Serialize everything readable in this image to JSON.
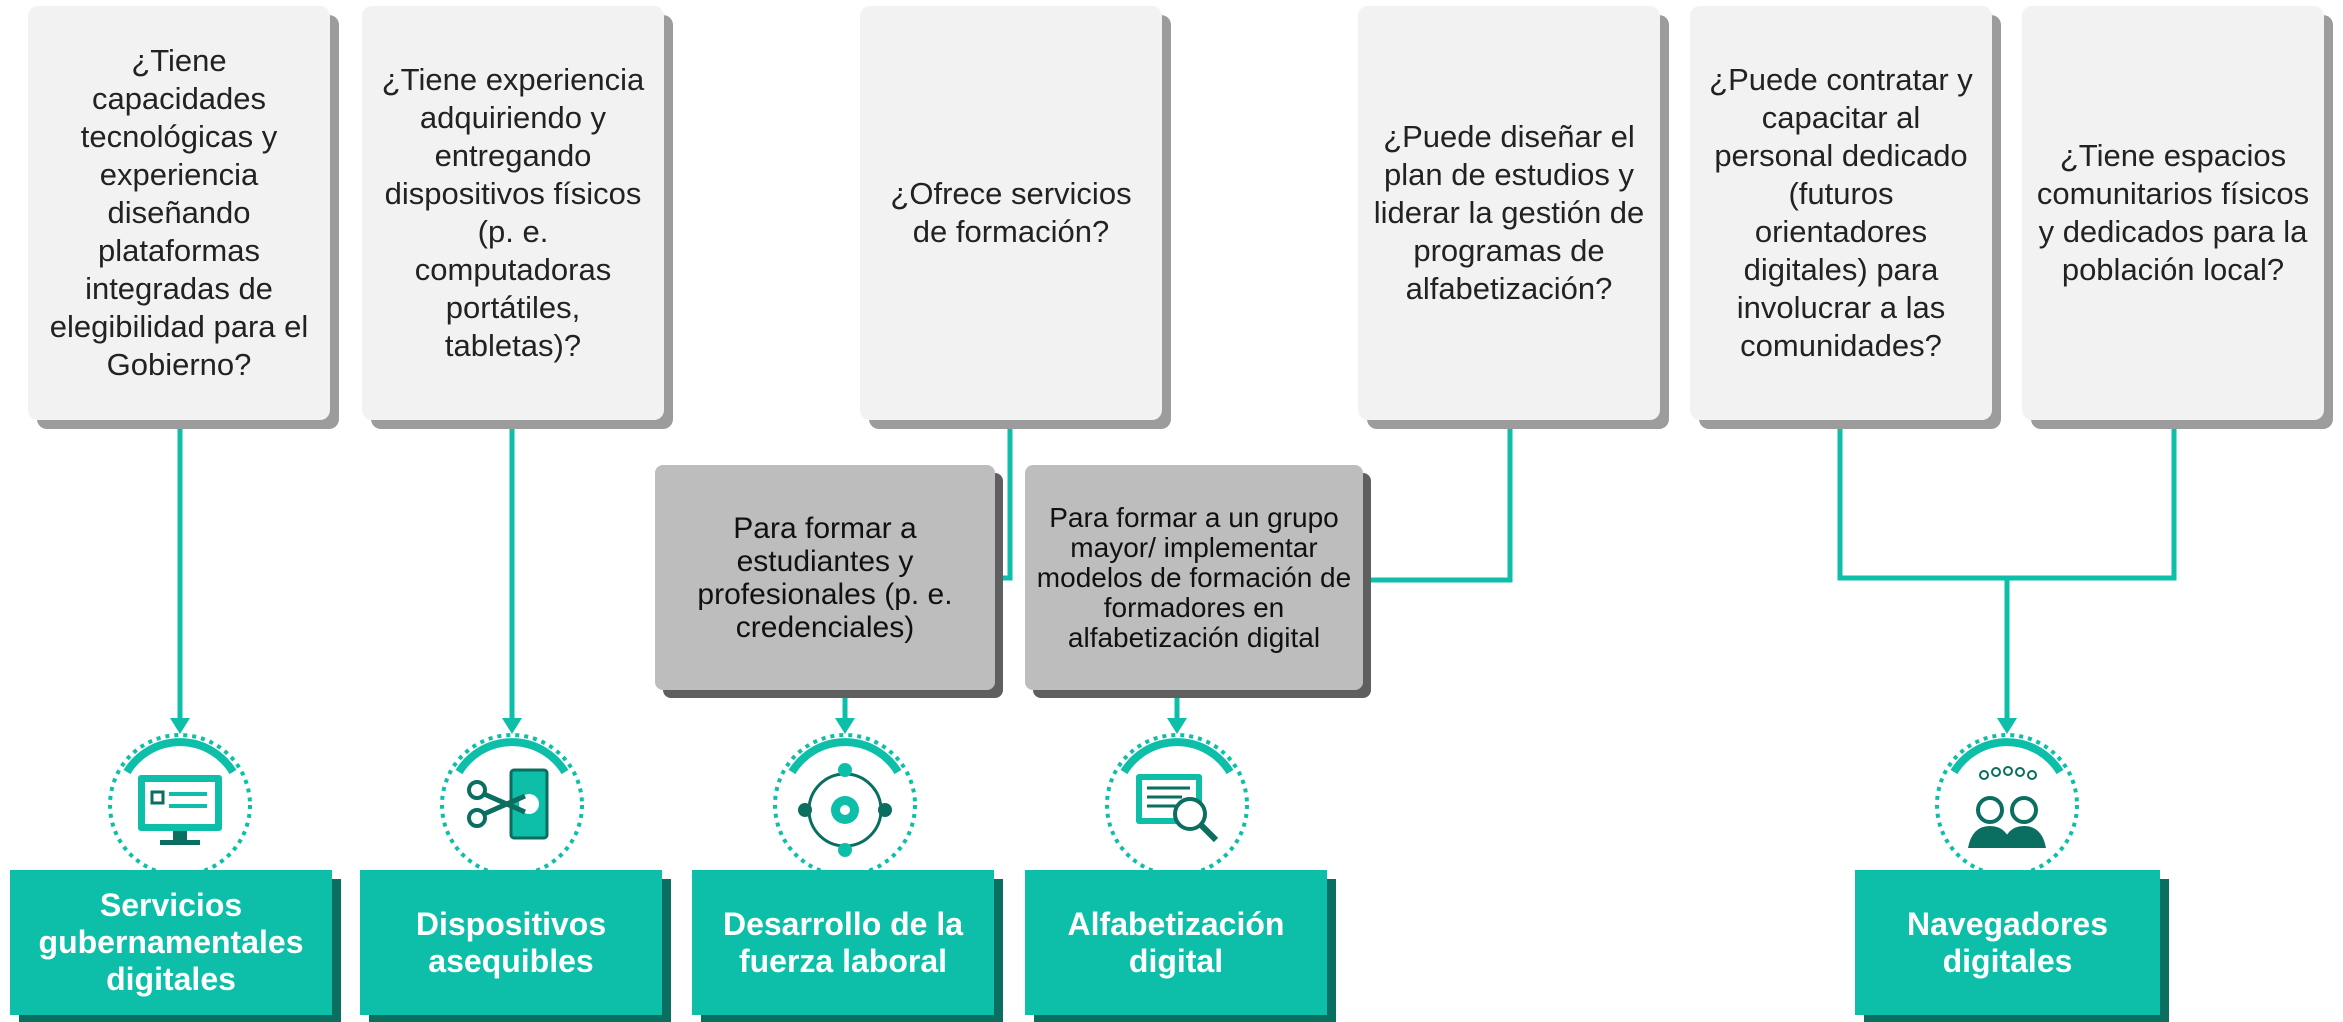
{
  "colors": {
    "teal": "#0dbfa8",
    "teal_dark": "#0a6e61",
    "question_bg": "#f2f2f2",
    "note_bg": "#bdbdbd"
  },
  "questions": [
    {
      "text": "¿Tiene capacidades tecnológicas y experiencia diseñando plataformas integradas de elegibilidad para el Gobierno?"
    },
    {
      "text": "¿Tiene experiencia adquiriendo y entregando dispositivos físicos (p. e. computadoras portátiles, tabletas)?"
    },
    {
      "text": "¿Ofrece servicios de formación?"
    },
    {
      "text": "¿Puede diseñar el plan de estudios y liderar la gestión de programas de alfabetización?"
    },
    {
      "text": "¿Puede contratar y capacitar al personal dedicado (futuros orientadores digitales) para involucrar a las comunidades?"
    },
    {
      "text": "¿Tiene espacios comunitarios físicos y dedicados para la población local?"
    }
  ],
  "notes": [
    {
      "text": "Para formar a estudiantes y profesionales (p. e. credenciales)"
    },
    {
      "text": "Para formar a un grupo mayor/ implementar modelos de formación de formadores en alfabetización digital"
    }
  ],
  "categories": [
    {
      "label": "Servicios gubernamentales digitales",
      "icon": "computer-monitor-checklist-icon"
    },
    {
      "label": "Dispositivos asequibles",
      "icon": "scissors-cutting-money-icon"
    },
    {
      "label": "Desarrollo de la fuerza laboral",
      "icon": "gear-people-network-icon"
    },
    {
      "label": "Alfabetización digital",
      "icon": "document-magnifier-icon"
    },
    {
      "label": "Navegadores digitales",
      "icon": "people-community-icon"
    }
  ]
}
